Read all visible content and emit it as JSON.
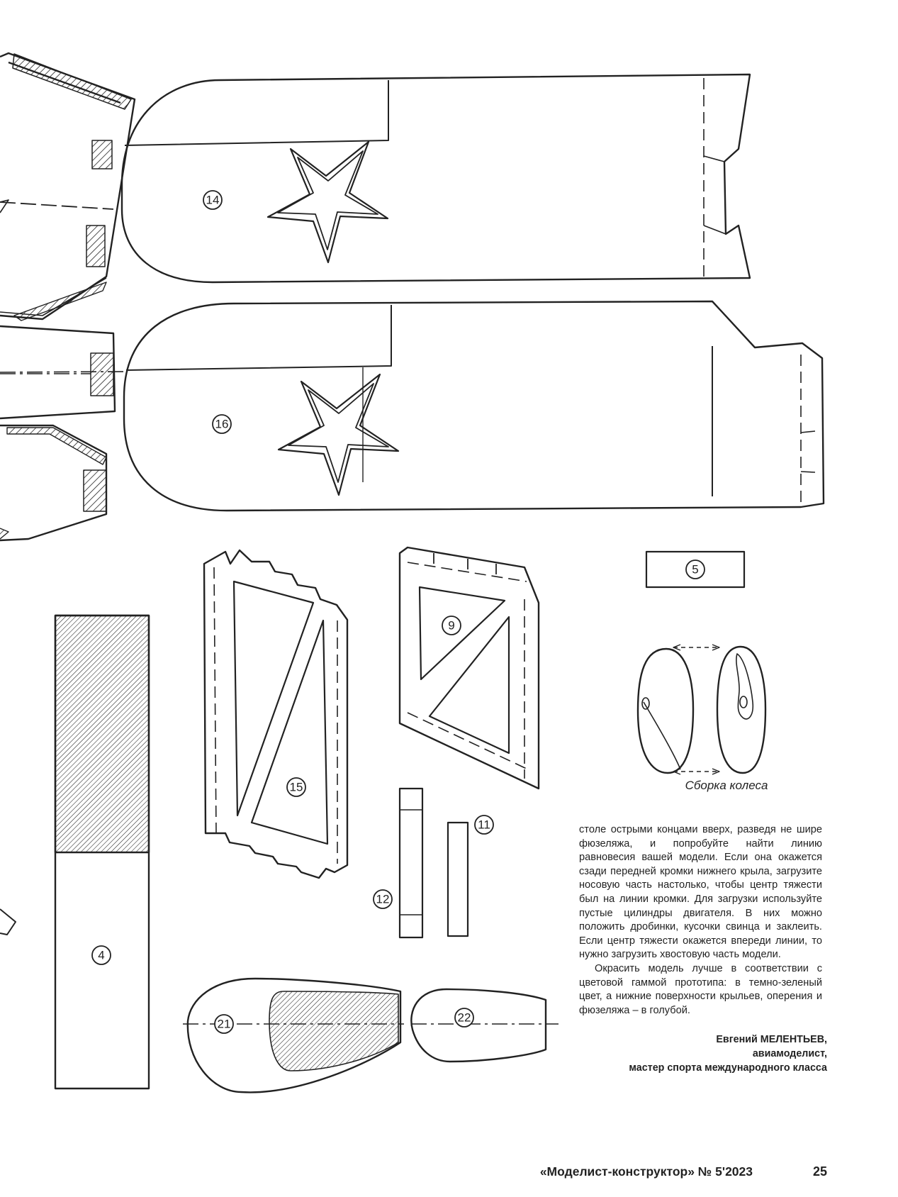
{
  "parts": {
    "p14": "14",
    "p16": "16",
    "p5": "5",
    "p9": "9",
    "p15": "15",
    "p11": "11",
    "p12": "12",
    "p4": "4",
    "p21": "21",
    "p22": "22"
  },
  "wheel_caption": "Сборка колеса",
  "article": {
    "para1": "столе острыми концами вверх, разведя не шире фюзеляжа, и попробуйте найти линию равновесия вашей модели. Если она окажется сзади передней кромки нижнего крыла, загрузите носовую часть настолько, чтобы центр тяжести был на линии кромки. Для загрузки используйте пустые цилиндры двигателя. В них можно положить дробинки, кусочки свинца и заклеить. Если центр тяжести окажется впереди линии, то нужно загрузить хвостовую часть модели.",
    "para2": "Окрасить модель лучше в соответствии с цветовой гаммой прототипа: в темно-зеленый цвет, а нижние поверхности крыльев, оперения и фюзеляжа – в голубой."
  },
  "signature": {
    "name": "Евгений МЕЛЕНТЬЕВ,",
    "role": "авиамоделист,",
    "title": "мастер спорта международного класса"
  },
  "footer": {
    "magazine": "«Моделист-конструктор» № 5'2023",
    "page": "25"
  },
  "colors": {
    "ink": "#222222",
    "paper": "#ffffff"
  }
}
